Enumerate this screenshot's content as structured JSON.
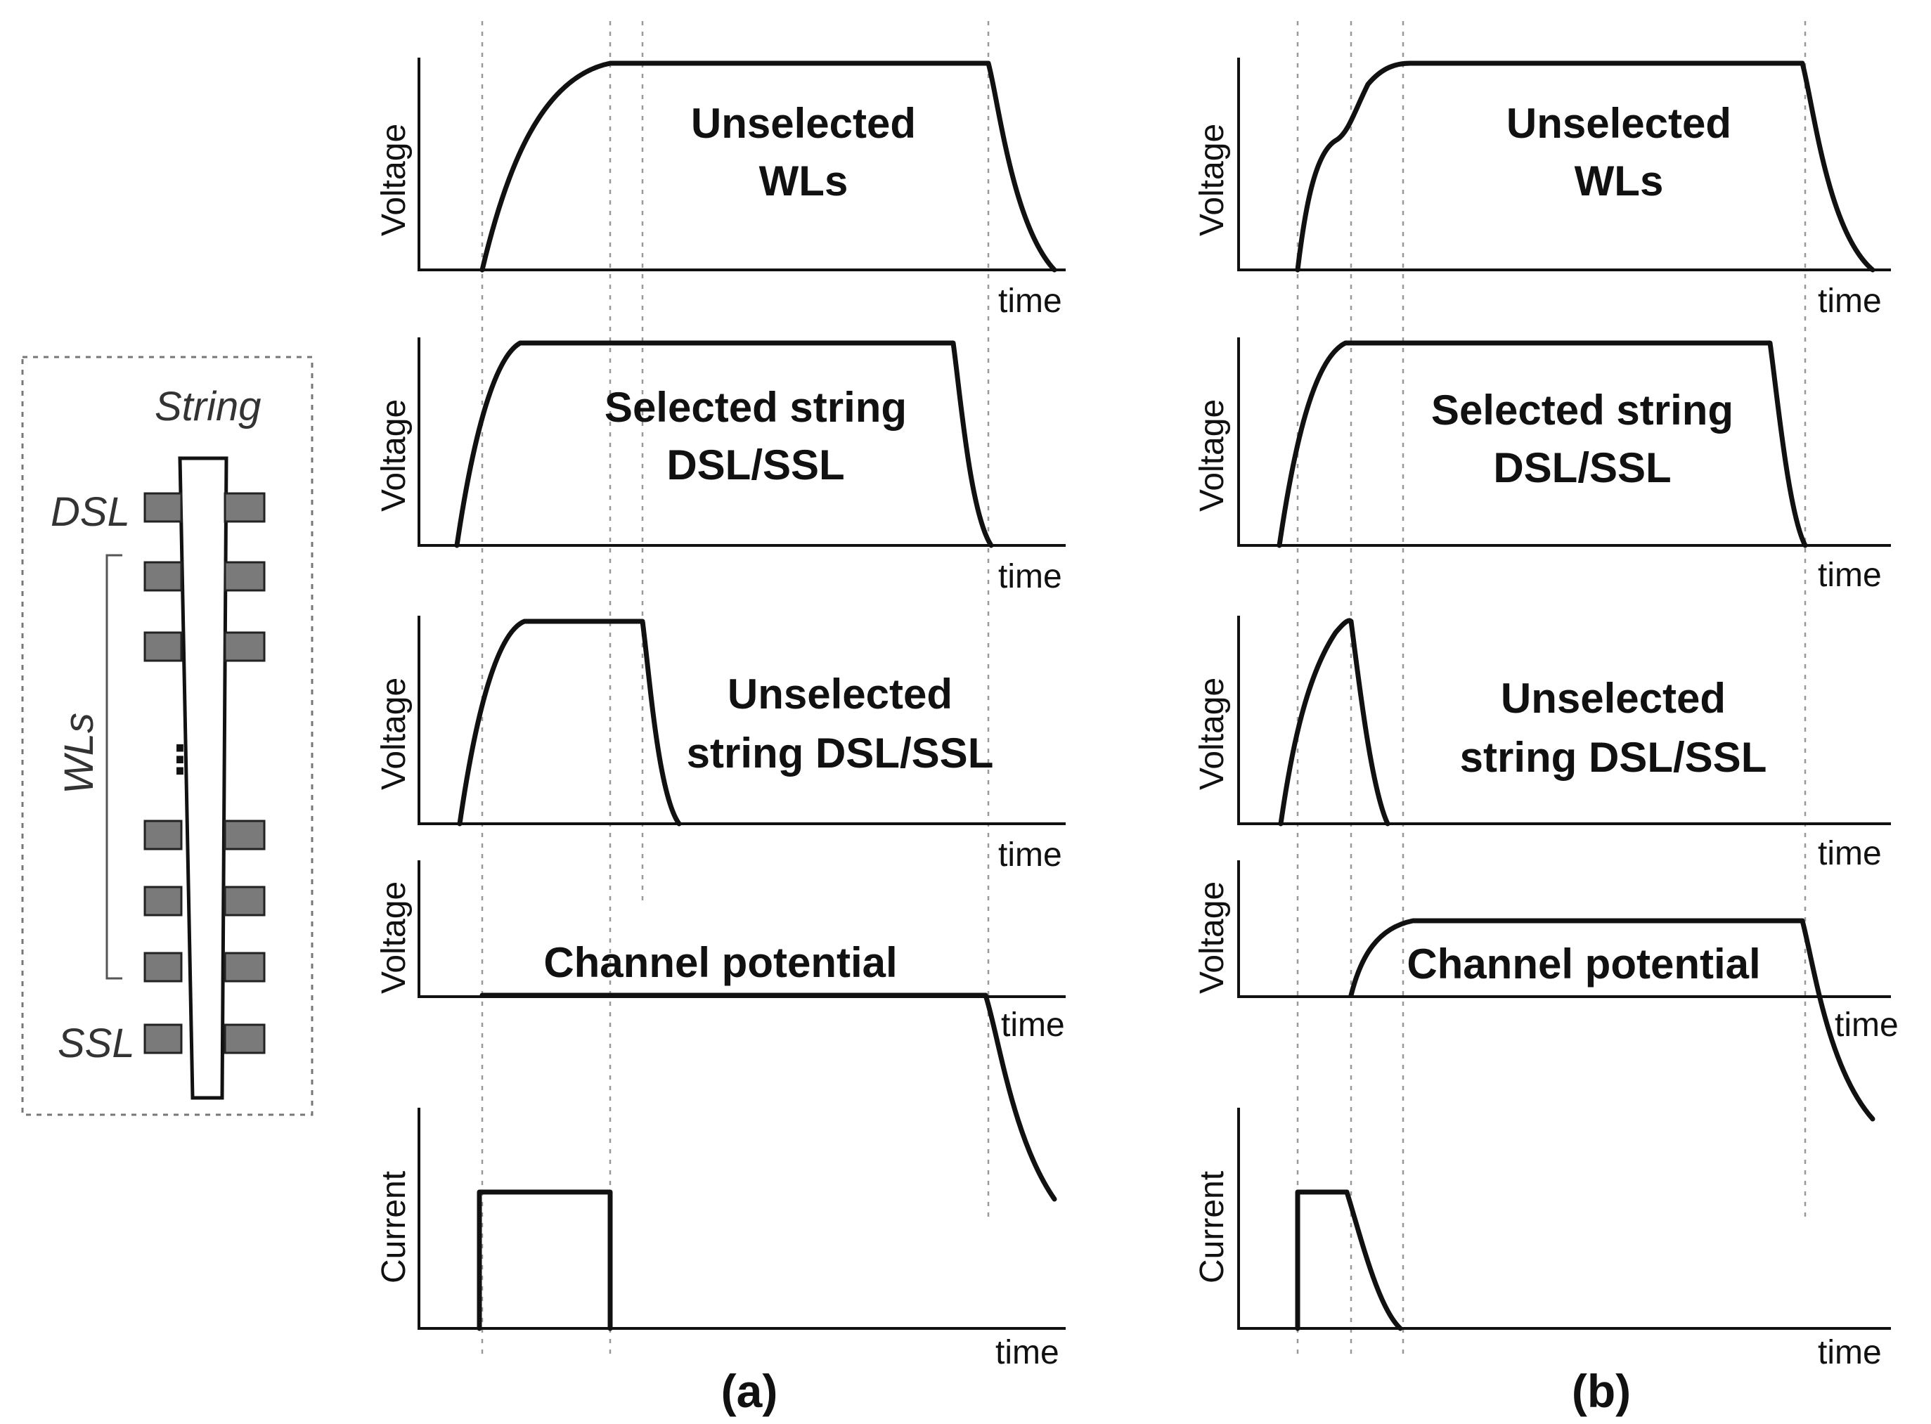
{
  "inset": {
    "string_label": "String",
    "dsl_label": "DSL",
    "wls_label": "WLs",
    "ssl_label": "SSL",
    "ellipsis": "⋮"
  },
  "axes": {
    "voltage": "Voltage",
    "current": "Current",
    "time": "time"
  },
  "panel_a": {
    "tag": "(a)",
    "unsel_wl": [
      "Unselected",
      "WLs"
    ],
    "sel_string": [
      "Selected string",
      "DSL/SSL"
    ],
    "unsel_string": [
      "Unselected",
      "string DSL/SSL"
    ],
    "channel": "Channel potential"
  },
  "panel_b": {
    "tag": "(b)",
    "unsel_wl": [
      "Unselected",
      "WLs"
    ],
    "sel_string": [
      "Selected string",
      "DSL/SSL"
    ],
    "unsel_string": [
      "Unselected",
      "string DSL/SSL"
    ],
    "channel": "Channel potential"
  }
}
